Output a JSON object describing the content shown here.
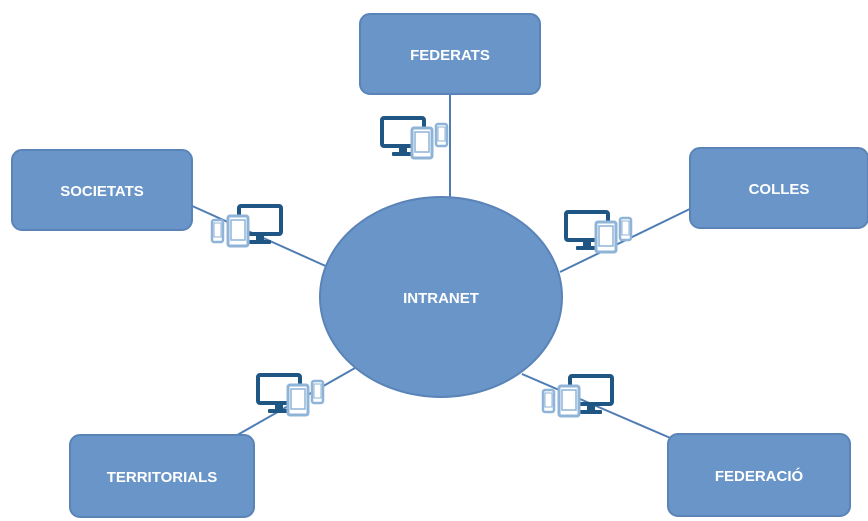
{
  "colors": {
    "node_fill": "#6a95c8",
    "node_stroke": "#5a84b8",
    "line": "#4f7db3",
    "device_dark": "#1f5684",
    "device_light": "#8fb4d8",
    "text": "#ffffff"
  },
  "hub": {
    "label": "INTRANET"
  },
  "nodes": {
    "federats": {
      "label": "FEDERATS"
    },
    "societats": {
      "label": "SOCIETATS"
    },
    "colles": {
      "label": "COLLES"
    },
    "territorials": {
      "label": "TERRITORIALS"
    },
    "federacio": {
      "label": "FEDERACIÓ"
    }
  },
  "device_icon": "monitor-tablet-phone-icon"
}
